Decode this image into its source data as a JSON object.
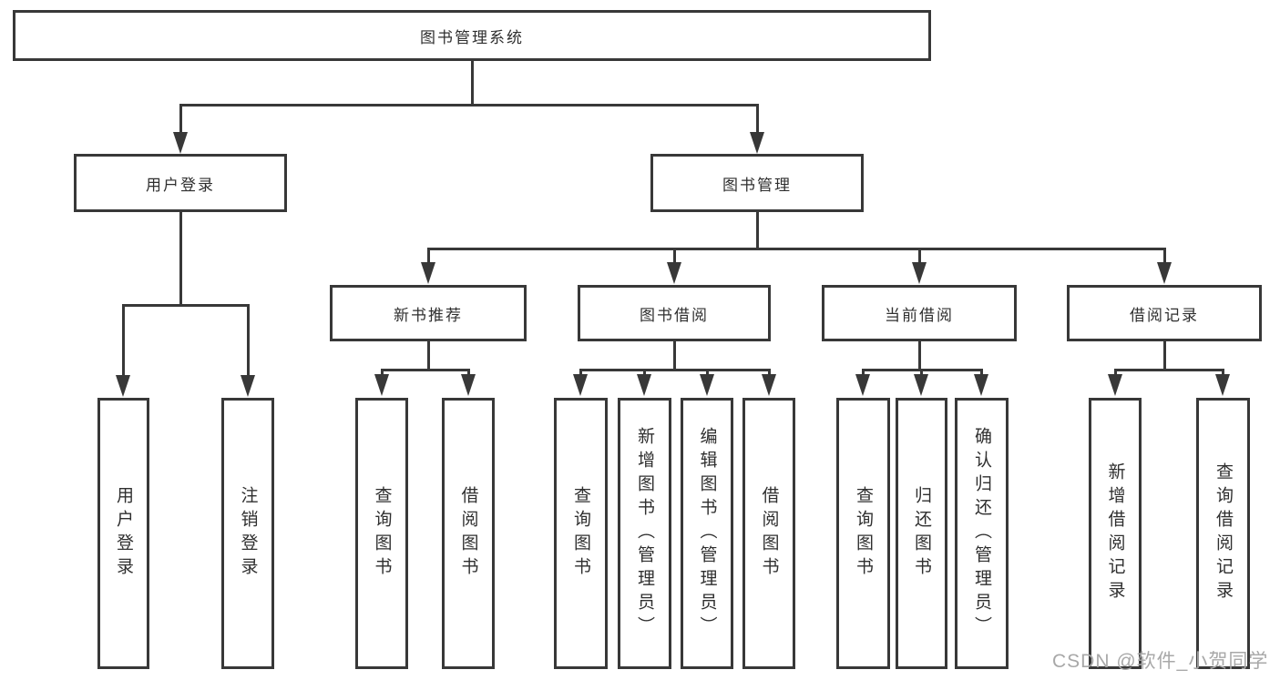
{
  "diagram": {
    "root": "图书管理系统",
    "user_login": {
      "label": "用户登录",
      "children": [
        "用户登录",
        "注销登录"
      ]
    },
    "book_mgmt": {
      "label": "图书管理",
      "groups": [
        {
          "label": "新书推荐",
          "children": [
            "查询图书",
            "借阅图书"
          ]
        },
        {
          "label": "图书借阅",
          "children": [
            "查询图书",
            "新增图书（管理员）",
            "编辑图书（管理员）",
            "借阅图书"
          ]
        },
        {
          "label": "当前借阅",
          "children": [
            "查询图书",
            "归还图书",
            "确认归还（管理员）"
          ]
        },
        {
          "label": "借阅记录",
          "children": [
            "新增借阅记录",
            "查询借阅记录"
          ]
        }
      ]
    }
  },
  "watermark": "CSDN @软件_小贺同学",
  "colors": {
    "line": "#383838",
    "text": "#2f2f2f",
    "watermark": "#a8a8a8"
  }
}
